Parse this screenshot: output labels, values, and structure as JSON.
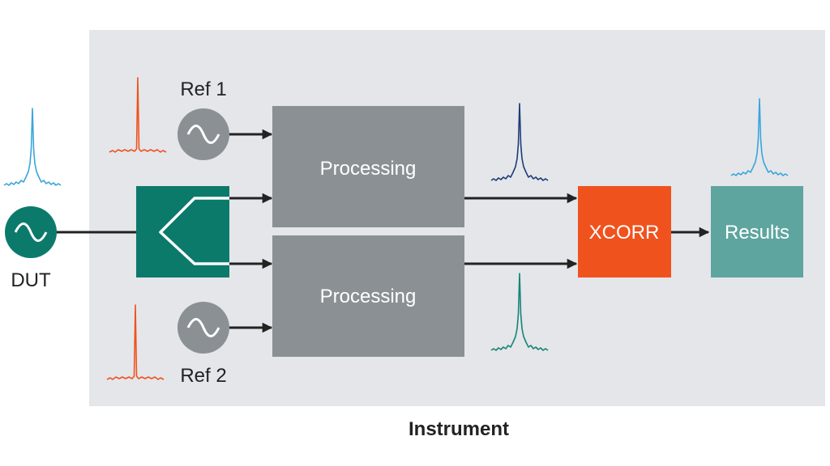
{
  "labels": {
    "ref1": "Ref 1",
    "ref2": "Ref 2",
    "dut": "DUT",
    "processing_top": "Processing",
    "processing_bottom": "Processing",
    "xcorr": "XCORR",
    "results": "Results",
    "instrument": "Instrument"
  },
  "icons": {
    "oscillator": "sine-wave-icon",
    "splitter": "power-splitter-icon",
    "spectrum": "spectrum-peak-icon"
  },
  "colors": {
    "instrument_bg": "#e4e6e9",
    "processing": "#8b9095",
    "oscillator_ref": "#8b9095",
    "splitter": "#0b7a6b",
    "dut": "#0b7a6b",
    "xcorr": "#f0521e",
    "results": "#5ea5a0",
    "spectrum_ref": "#f0521e",
    "spectrum_dut": "#3aa5dc",
    "spectrum_top": "#1f3c78",
    "spectrum_bottom": "#17837a",
    "spectrum_results": "#3aa5dc",
    "wire": "#222222"
  }
}
